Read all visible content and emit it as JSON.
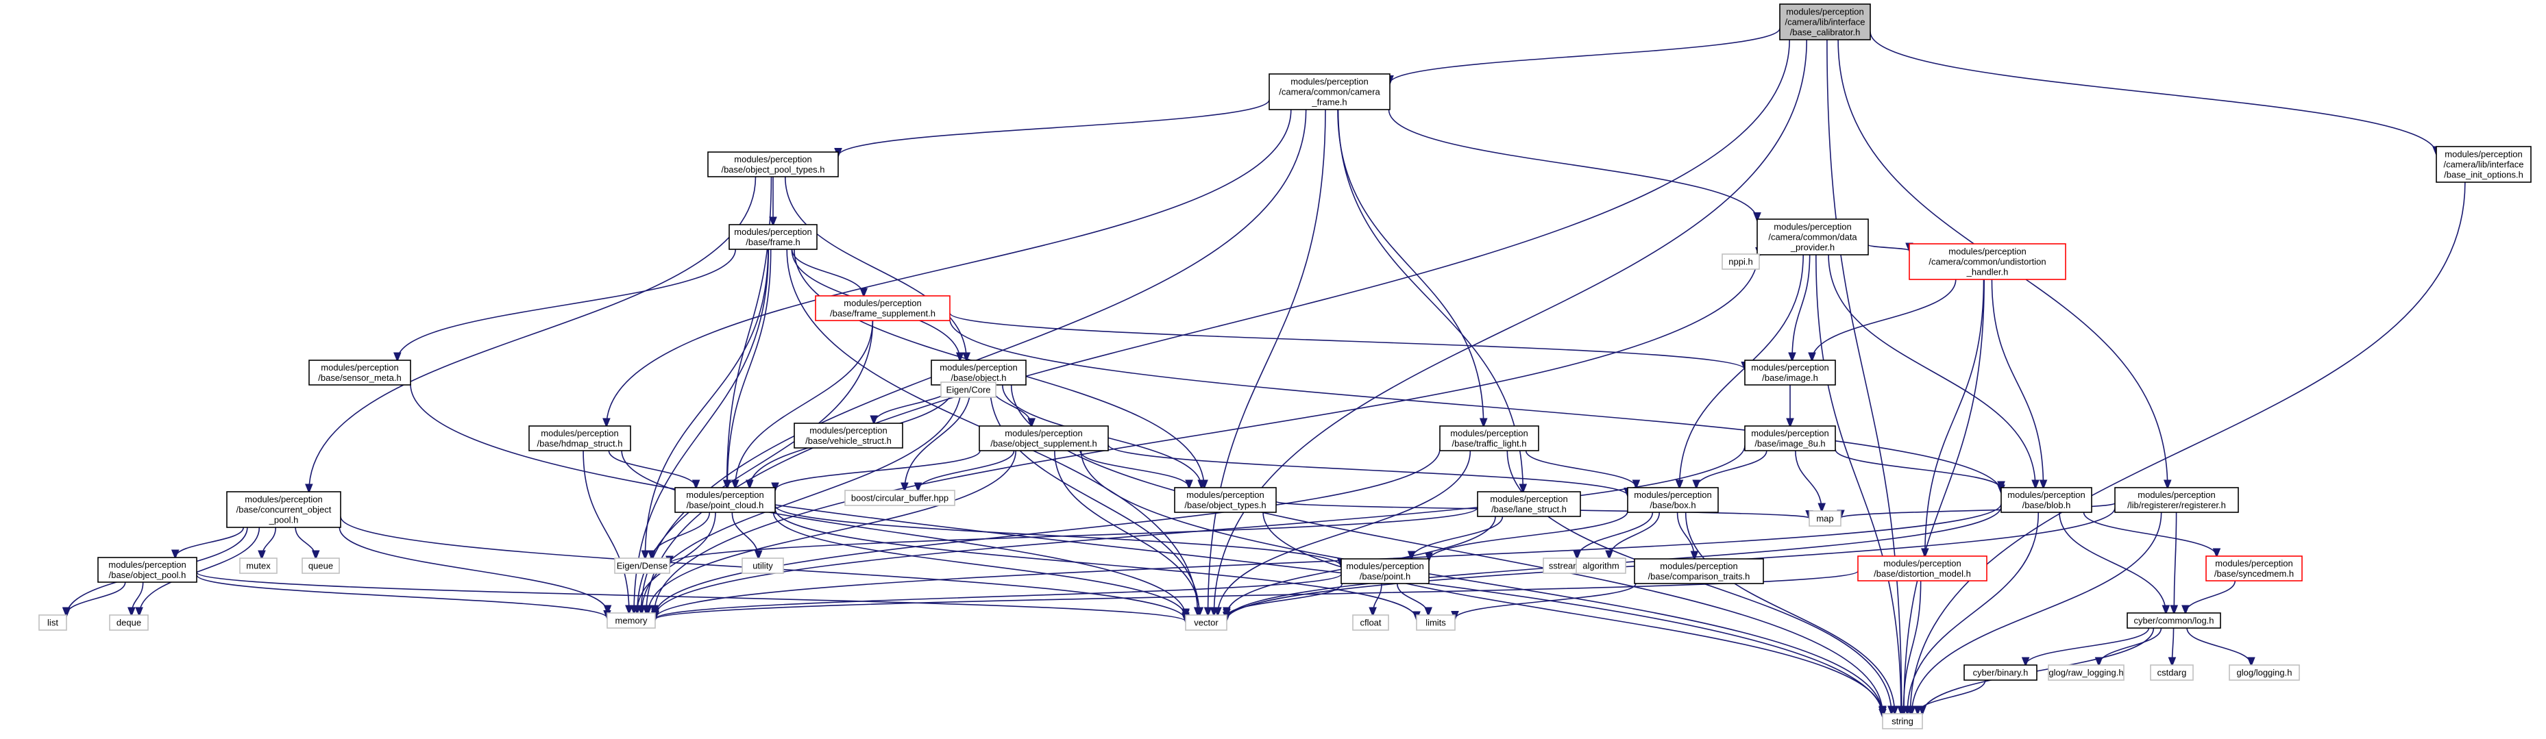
{
  "title": "",
  "colors": {
    "edge": "#191970",
    "root_fill": "#bfbfbf",
    "node_border": "#000000",
    "incomplete_border": "#ff0000",
    "external_border": "#bfbfbf"
  },
  "nodes": [
    {
      "id": "base_calibrator",
      "kind": "root",
      "lines": [
        "modules/perception",
        "/camera/lib/interface",
        "/base_calibrator.h"
      ]
    },
    {
      "id": "camera_frame",
      "kind": "normal",
      "lines": [
        "modules/perception",
        "/camera/common/camera",
        "_frame.h"
      ]
    },
    {
      "id": "base_init_options",
      "kind": "normal",
      "lines": [
        "modules/perception",
        "/camera/lib/interface",
        "/base_init_options.h"
      ]
    },
    {
      "id": "object_pool_types",
      "kind": "normal",
      "lines": [
        "modules/perception",
        "/base/object_pool_types.h"
      ]
    },
    {
      "id": "frame",
      "kind": "normal",
      "lines": [
        "modules/perception",
        "/base/frame.h"
      ]
    },
    {
      "id": "data_provider",
      "kind": "normal",
      "lines": [
        "modules/perception",
        "/camera/common/data",
        "_provider.h"
      ]
    },
    {
      "id": "frame_supplement",
      "kind": "red",
      "lines": [
        "modules/perception",
        "/base/frame_supplement.h"
      ]
    },
    {
      "id": "undistortion_handler",
      "kind": "red",
      "lines": [
        "modules/perception",
        "/camera/common/undistortion",
        "_handler.h"
      ]
    },
    {
      "id": "nppi",
      "kind": "leaf",
      "lines": [
        "nppi.h"
      ]
    },
    {
      "id": "sensor_meta",
      "kind": "normal",
      "lines": [
        "modules/perception",
        "/base/sensor_meta.h"
      ]
    },
    {
      "id": "object",
      "kind": "normal",
      "lines": [
        "modules/perception",
        "/base/object.h"
      ]
    },
    {
      "id": "image",
      "kind": "normal",
      "lines": [
        "modules/perception",
        "/base/image.h"
      ]
    },
    {
      "id": "eigen_core",
      "kind": "leaf",
      "lines": [
        "Eigen/Core"
      ]
    },
    {
      "id": "vehicle_struct",
      "kind": "normal",
      "lines": [
        "modules/perception",
        "/base/vehicle_struct.h"
      ]
    },
    {
      "id": "hdmap_struct",
      "kind": "normal",
      "lines": [
        "modules/perception",
        "/base/hdmap_struct.h"
      ]
    },
    {
      "id": "object_supplement",
      "kind": "normal",
      "lines": [
        "modules/perception",
        "/base/object_supplement.h"
      ]
    },
    {
      "id": "traffic_light",
      "kind": "normal",
      "lines": [
        "modules/perception",
        "/base/traffic_light.h"
      ]
    },
    {
      "id": "image_8u",
      "kind": "normal",
      "lines": [
        "modules/perception",
        "/base/image_8u.h"
      ]
    },
    {
      "id": "concurrent_object_pool",
      "kind": "normal",
      "lines": [
        "modules/perception",
        "/base/concurrent_object",
        "_pool.h"
      ]
    },
    {
      "id": "boost_circular",
      "kind": "leaf",
      "lines": [
        "boost/circular_buffer.hpp"
      ]
    },
    {
      "id": "point_cloud",
      "kind": "normal",
      "lines": [
        "modules/perception",
        "/base/point_cloud.h"
      ]
    },
    {
      "id": "object_types",
      "kind": "normal",
      "lines": [
        "modules/perception",
        "/base/object_types.h"
      ]
    },
    {
      "id": "lane_struct",
      "kind": "normal",
      "lines": [
        "modules/perception",
        "/base/lane_struct.h"
      ]
    },
    {
      "id": "box",
      "kind": "normal",
      "lines": [
        "modules/perception",
        "/base/box.h"
      ]
    },
    {
      "id": "blob",
      "kind": "normal",
      "lines": [
        "modules/perception",
        "/base/blob.h"
      ]
    },
    {
      "id": "registerer",
      "kind": "normal",
      "lines": [
        "modules/perception",
        "/lib/registerer/registerer.h"
      ]
    },
    {
      "id": "object_pool",
      "kind": "normal",
      "lines": [
        "modules/perception",
        "/base/object_pool.h"
      ]
    },
    {
      "id": "mutex",
      "kind": "leaf",
      "lines": [
        "mutex"
      ]
    },
    {
      "id": "queue",
      "kind": "leaf",
      "lines": [
        "queue"
      ]
    },
    {
      "id": "utility",
      "kind": "leaf",
      "lines": [
        "utility"
      ]
    },
    {
      "id": "eigen_dense",
      "kind": "leaf",
      "lines": [
        "Eigen/Dense"
      ]
    },
    {
      "id": "point",
      "kind": "normal",
      "lines": [
        "modules/perception",
        "/base/point.h"
      ]
    },
    {
      "id": "map",
      "kind": "leaf",
      "lines": [
        "map"
      ]
    },
    {
      "id": "sstream",
      "kind": "leaf",
      "lines": [
        "sstream"
      ]
    },
    {
      "id": "algorithm",
      "kind": "leaf",
      "lines": [
        "algorithm"
      ]
    },
    {
      "id": "comparison_traits",
      "kind": "normal",
      "lines": [
        "modules/perception",
        "/base/comparison_traits.h"
      ]
    },
    {
      "id": "distortion_model",
      "kind": "red",
      "lines": [
        "modules/perception",
        "/base/distortion_model.h"
      ]
    },
    {
      "id": "syncedmem",
      "kind": "red",
      "lines": [
        "modules/perception",
        "/base/syncedmem.h"
      ]
    },
    {
      "id": "list",
      "kind": "leaf",
      "lines": [
        "list"
      ]
    },
    {
      "id": "deque",
      "kind": "leaf",
      "lines": [
        "deque"
      ]
    },
    {
      "id": "memory",
      "kind": "leaf",
      "lines": [
        "memory"
      ]
    },
    {
      "id": "vector",
      "kind": "leaf",
      "lines": [
        "vector"
      ]
    },
    {
      "id": "cfloat",
      "kind": "leaf",
      "lines": [
        "cfloat"
      ]
    },
    {
      "id": "limits",
      "kind": "leaf",
      "lines": [
        "limits"
      ]
    },
    {
      "id": "log",
      "kind": "normal",
      "lines": [
        "cyber/common/log.h"
      ]
    },
    {
      "id": "binary",
      "kind": "normal",
      "lines": [
        "cyber/binary.h"
      ]
    },
    {
      "id": "glog_raw",
      "kind": "leaf",
      "lines": [
        "glog/raw_logging.h"
      ]
    },
    {
      "id": "cstdarg",
      "kind": "leaf",
      "lines": [
        "cstdarg"
      ]
    },
    {
      "id": "glog_logging",
      "kind": "leaf",
      "lines": [
        "glog/logging.h"
      ]
    },
    {
      "id": "string",
      "kind": "leaf",
      "lines": [
        "string"
      ]
    }
  ],
  "edges": [
    [
      "base_calibrator",
      "camera_frame"
    ],
    [
      "base_calibrator",
      "memory"
    ],
    [
      "base_calibrator",
      "vector"
    ],
    [
      "base_calibrator",
      "string"
    ],
    [
      "base_calibrator",
      "registerer"
    ],
    [
      "base_calibrator",
      "base_init_options"
    ],
    [
      "camera_frame",
      "object_pool_types"
    ],
    [
      "camera_frame",
      "hdmap_struct"
    ],
    [
      "camera_frame",
      "data_provider"
    ],
    [
      "camera_frame",
      "traffic_light"
    ],
    [
      "camera_frame",
      "lane_struct"
    ],
    [
      "camera_frame",
      "memory"
    ],
    [
      "camera_frame",
      "vector"
    ],
    [
      "base_init_options",
      "string"
    ],
    [
      "object_pool_types",
      "frame"
    ],
    [
      "object_pool_types",
      "concurrent_object_pool"
    ],
    [
      "object_pool_types",
      "object"
    ],
    [
      "object_pool_types",
      "point_cloud"
    ],
    [
      "frame",
      "sensor_meta"
    ],
    [
      "frame",
      "frame_supplement"
    ],
    [
      "frame",
      "object"
    ],
    [
      "frame",
      "object_types"
    ],
    [
      "frame",
      "point_cloud"
    ],
    [
      "frame",
      "memory"
    ],
    [
      "frame",
      "vector"
    ],
    [
      "frame",
      "eigen_dense"
    ],
    [
      "data_provider",
      "nppi"
    ],
    [
      "data_provider",
      "undistortion_handler"
    ],
    [
      "data_provider",
      "image"
    ],
    [
      "data_provider",
      "blob"
    ],
    [
      "data_provider",
      "box"
    ],
    [
      "data_provider",
      "memory"
    ],
    [
      "data_provider",
      "string"
    ],
    [
      "frame_supplement",
      "image"
    ],
    [
      "frame_supplement",
      "blob"
    ],
    [
      "frame_supplement",
      "point_cloud"
    ],
    [
      "frame_supplement",
      "memory"
    ],
    [
      "undistortion_handler",
      "image"
    ],
    [
      "undistortion_handler",
      "blob"
    ],
    [
      "undistortion_handler",
      "distortion_model"
    ],
    [
      "undistortion_handler",
      "string"
    ],
    [
      "sensor_meta",
      "string"
    ],
    [
      "object",
      "eigen_core"
    ],
    [
      "object",
      "vehicle_struct"
    ],
    [
      "object",
      "object_supplement"
    ],
    [
      "object",
      "object_types"
    ],
    [
      "object",
      "point_cloud"
    ],
    [
      "object",
      "boost_circular"
    ],
    [
      "object",
      "memory"
    ],
    [
      "object",
      "vector"
    ],
    [
      "object",
      "string"
    ],
    [
      "image",
      "image_8u"
    ],
    [
      "hdmap_struct",
      "point_cloud"
    ],
    [
      "hdmap_struct",
      "memory"
    ],
    [
      "hdmap_struct",
      "vector"
    ],
    [
      "object_supplement",
      "box"
    ],
    [
      "object_supplement",
      "object_types"
    ],
    [
      "object_supplement",
      "point_cloud"
    ],
    [
      "object_supplement",
      "boost_circular"
    ],
    [
      "object_supplement",
      "memory"
    ],
    [
      "object_supplement",
      "vector"
    ],
    [
      "object_supplement",
      "string"
    ],
    [
      "traffic_light",
      "box"
    ],
    [
      "traffic_light",
      "memory"
    ],
    [
      "traffic_light",
      "vector"
    ],
    [
      "traffic_light",
      "string"
    ],
    [
      "image_8u",
      "box"
    ],
    [
      "image_8u",
      "blob"
    ],
    [
      "image_8u",
      "map"
    ],
    [
      "image_8u",
      "memory"
    ],
    [
      "concurrent_object_pool",
      "object_pool"
    ],
    [
      "concurrent_object_pool",
      "mutex"
    ],
    [
      "concurrent_object_pool",
      "queue"
    ],
    [
      "concurrent_object_pool",
      "list"
    ],
    [
      "concurrent_object_pool",
      "deque"
    ],
    [
      "concurrent_object_pool",
      "memory"
    ],
    [
      "concurrent_object_pool",
      "vector"
    ],
    [
      "point_cloud",
      "point"
    ],
    [
      "point_cloud",
      "utility"
    ],
    [
      "point_cloud",
      "eigen_dense"
    ],
    [
      "point_cloud",
      "memory"
    ],
    [
      "point_cloud",
      "vector"
    ],
    [
      "point_cloud",
      "limits"
    ],
    [
      "object_types",
      "map"
    ],
    [
      "object_types",
      "string"
    ],
    [
      "lane_struct",
      "point"
    ],
    [
      "lane_struct",
      "vector"
    ],
    [
      "lane_struct",
      "eigen_dense"
    ],
    [
      "box",
      "point"
    ],
    [
      "box",
      "sstream"
    ],
    [
      "box",
      "algorithm"
    ],
    [
      "box",
      "comparison_traits"
    ],
    [
      "box",
      "string"
    ],
    [
      "blob",
      "syncedmem"
    ],
    [
      "blob",
      "log"
    ],
    [
      "blob",
      "memory"
    ],
    [
      "blob",
      "vector"
    ],
    [
      "blob",
      "string"
    ],
    [
      "registerer",
      "map"
    ],
    [
      "registerer",
      "log"
    ],
    [
      "registerer",
      "vector"
    ],
    [
      "registerer",
      "string"
    ],
    [
      "object_pool",
      "list"
    ],
    [
      "object_pool",
      "deque"
    ],
    [
      "object_pool",
      "memory"
    ],
    [
      "object_pool",
      "vector"
    ],
    [
      "point",
      "cfloat"
    ],
    [
      "point",
      "limits"
    ],
    [
      "point",
      "memory"
    ],
    [
      "point",
      "vector"
    ],
    [
      "comparison_traits",
      "limits"
    ],
    [
      "distortion_model",
      "memory"
    ],
    [
      "distortion_model",
      "string"
    ],
    [
      "syncedmem",
      "log"
    ],
    [
      "log",
      "binary"
    ],
    [
      "log",
      "glog_raw"
    ],
    [
      "log",
      "cstdarg"
    ],
    [
      "log",
      "glog_logging"
    ],
    [
      "log",
      "string"
    ],
    [
      "binary",
      "string"
    ]
  ]
}
